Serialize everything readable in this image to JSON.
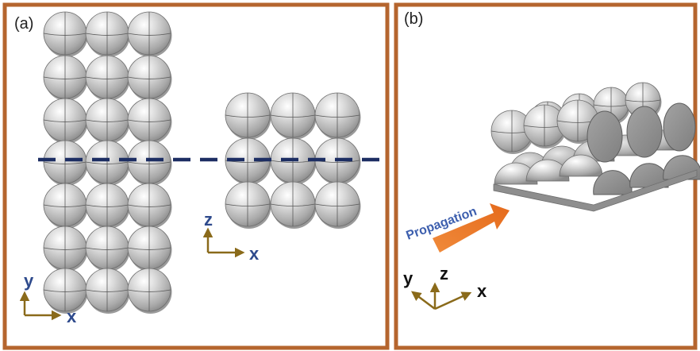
{
  "panel_a": {
    "label": "(a)",
    "axes": {
      "vertical": "y",
      "horizontal": "x"
    },
    "inset_axes": {
      "vertical": "z",
      "horizontal": "x"
    }
  },
  "panel_b": {
    "label": "(b)",
    "arrow_label": "Propagation",
    "axes": {
      "y": "y",
      "z": "z",
      "x": "x"
    }
  },
  "colors": {
    "frame": "#b5652e",
    "dashed_line": "#1d2e63",
    "axis_arrow": "#8a6a1a",
    "axis_label_a": "#2e4a8c",
    "axis_label_b": "#111111",
    "propagation_arrow": "#ec7a2c",
    "propagation_text": "#3d5fae",
    "sphere": "#c8c8c8",
    "cut_face": "#8f8f8f"
  }
}
